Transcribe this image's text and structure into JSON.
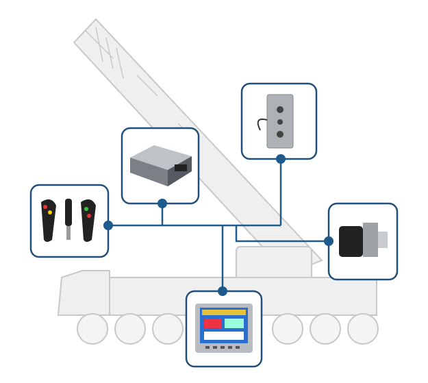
{
  "colors": {
    "frame": "#1f4f7d",
    "connector": "#1f5a8c",
    "crane_outline": "#c9cbcd",
    "crane_fill": "#eceded"
  },
  "components": [
    {
      "id": "joysticks",
      "icon": "joystick-icon"
    },
    {
      "id": "control-unit",
      "icon": "ecu-icon"
    },
    {
      "id": "load-pin",
      "icon": "load-cell-icon"
    },
    {
      "id": "pressure-sensor",
      "icon": "pressure-sensor-icon"
    },
    {
      "id": "display",
      "icon": "display-icon"
    }
  ]
}
